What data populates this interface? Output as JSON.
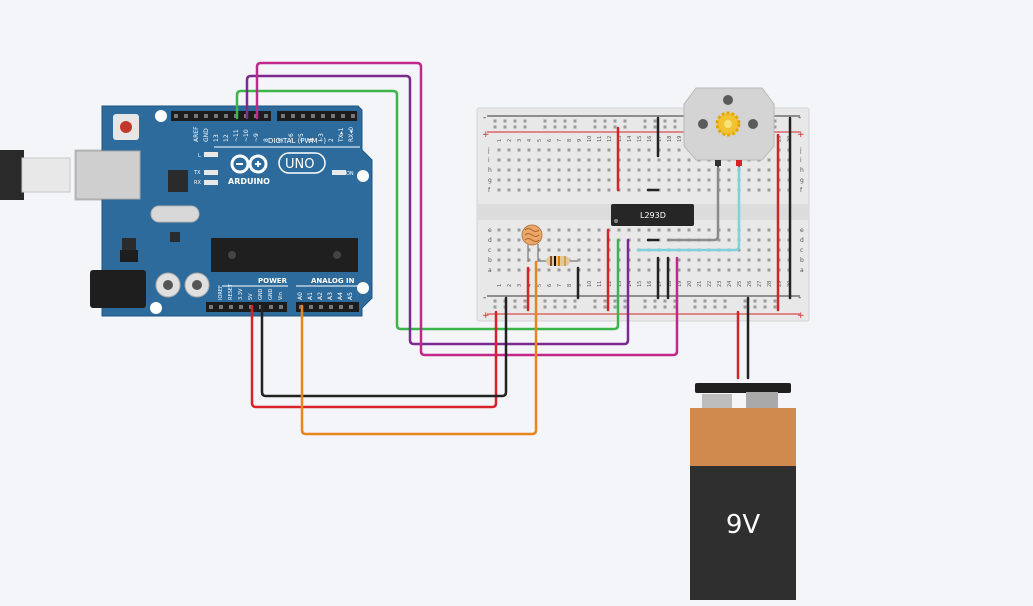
{
  "arduino": {
    "aref": "AREF",
    "gnd": "GND",
    "digital_pins": [
      "13",
      "12",
      "~11",
      "~10",
      "~9",
      "8",
      "7",
      "~6",
      "~5",
      "4",
      "~3",
      "2",
      "TX▸1",
      "RX◂0"
    ],
    "digital_label": "DIGITAL (PWM~)",
    "brand": "ARDUINO",
    "model": "UNO",
    "led_l": "L",
    "led_tx": "TX",
    "led_rx": "RX",
    "on_label": "ON",
    "power_label": "POWER",
    "analog_label": "ANALOG IN",
    "power_pins": [
      "IOREF",
      "RESET",
      "3.3V",
      "5V",
      "GND",
      "GND",
      "Vin"
    ],
    "analog_pins": [
      "A0",
      "A1",
      "A2",
      "A3",
      "A4",
      "A5"
    ]
  },
  "breadboard": {
    "top_numbers": [
      "1",
      "2",
      "3",
      "4",
      "5",
      "6",
      "7",
      "8",
      "9",
      "10",
      "11",
      "12",
      "13",
      "14",
      "15",
      "16",
      "17",
      "18",
      "19",
      "20",
      "21",
      "22",
      "23",
      "24",
      "25",
      "26",
      "27",
      "28",
      "29",
      "30"
    ],
    "bottom_numbers": [
      "1",
      "2",
      "3",
      "4",
      "5",
      "6",
      "7",
      "8",
      "9",
      "10",
      "11",
      "12",
      "13",
      "14",
      "15",
      "16",
      "17",
      "18",
      "19",
      "20",
      "21",
      "22",
      "23",
      "24",
      "25",
      "26",
      "27",
      "28",
      "29",
      "30"
    ],
    "row_letters_top": [
      "j",
      "i",
      "h",
      "g",
      "f"
    ],
    "row_letters_bottom": [
      "e",
      "d",
      "c",
      "b",
      "a"
    ],
    "plus": "+",
    "minus": "-"
  },
  "chip": {
    "label": "L293D"
  },
  "battery": {
    "label": "9V"
  },
  "colors": {
    "wire_green": "#3bb54a",
    "wire_purple": "#7b2a8f",
    "wire_magenta": "#c1288a",
    "wire_red": "#d6232a",
    "wire_black": "#222222",
    "wire_orange": "#e8851c",
    "wire_cyan": "#7fd1dc",
    "wire_gray": "#8a8a8a",
    "board_blue": "#2d6b9c",
    "battery_copper": "#d18a4e",
    "battery_body": "#2f2f2f"
  }
}
